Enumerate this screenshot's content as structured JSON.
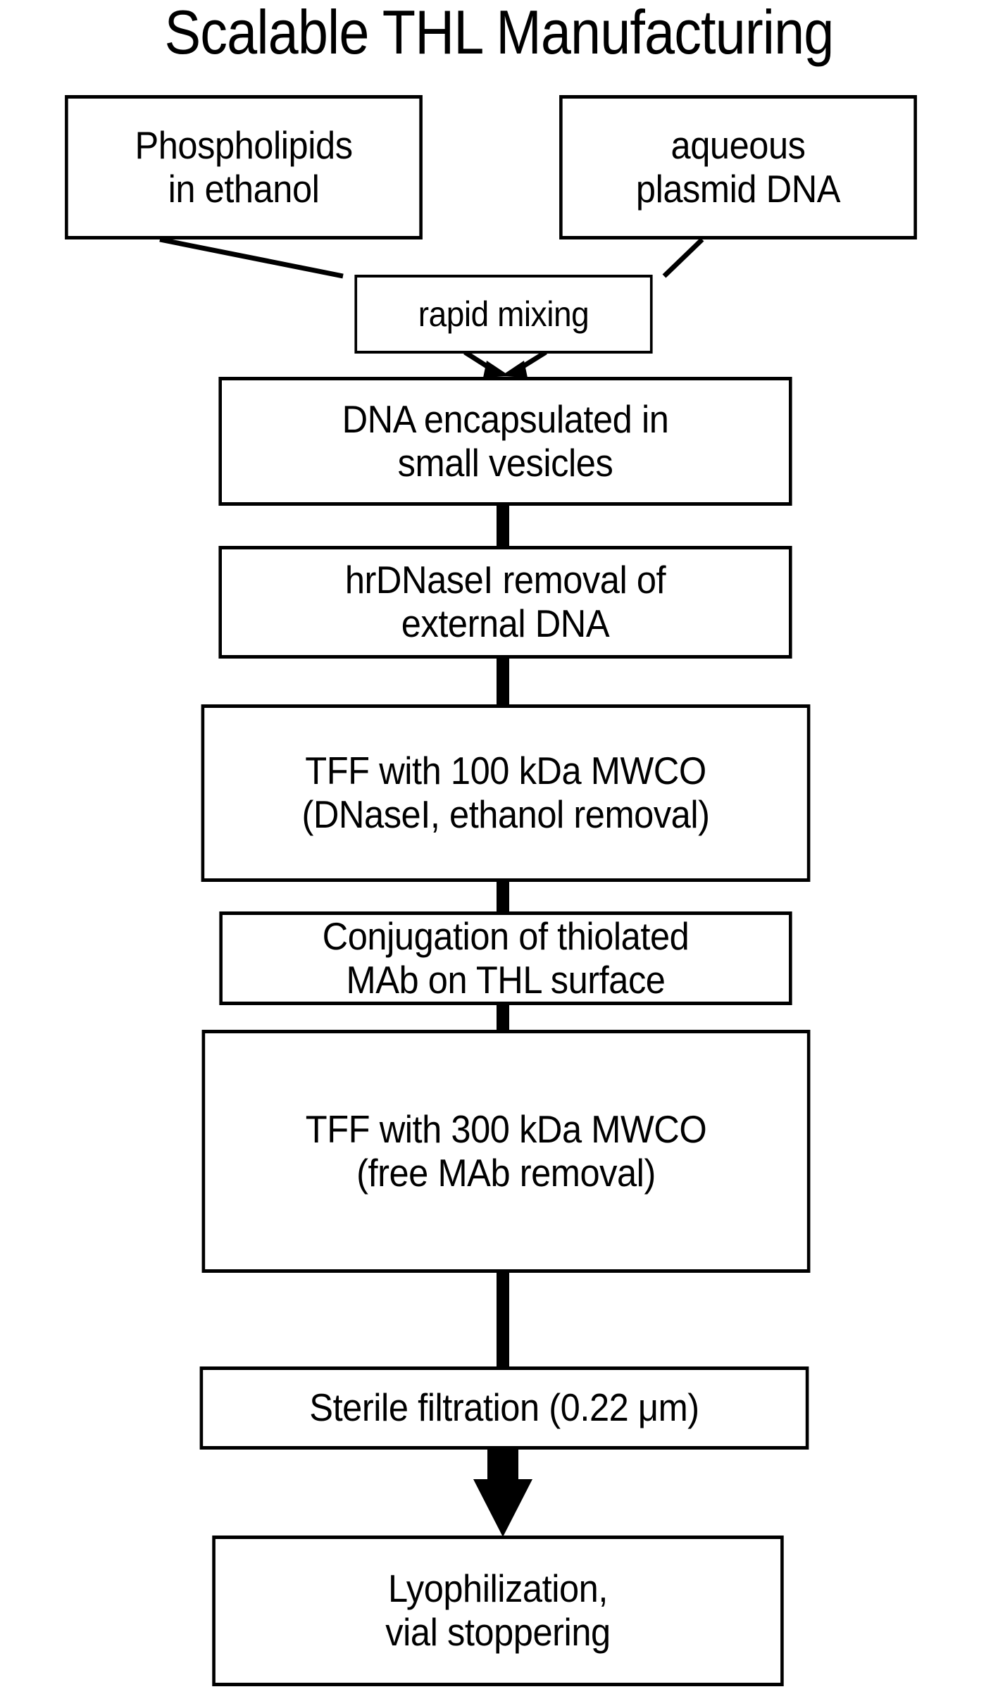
{
  "page": {
    "title": "Scalable THL Manufacturing",
    "background_color": "#ffffff",
    "ink_color": "#000000"
  },
  "diagram": {
    "type": "flowchart",
    "orientation": "top-to-bottom",
    "nodes": [
      {
        "id": "phospholipids",
        "lines": [
          "Phospholipids",
          "in ethanol"
        ],
        "shape": "rectangle"
      },
      {
        "id": "plasmid-dna",
        "lines": [
          "aqueous",
          "plasmid DNA"
        ],
        "shape": "rectangle"
      },
      {
        "id": "rapid-mixing",
        "lines": [
          "rapid mixing"
        ],
        "shape": "rectangle"
      },
      {
        "id": "dna-encapsulated",
        "lines": [
          "DNA encapsulated in",
          "small vesicles"
        ],
        "shape": "rectangle"
      },
      {
        "id": "hrdnasei-removal",
        "lines": [
          "hrDNaseI removal of",
          "external DNA"
        ],
        "shape": "rectangle"
      },
      {
        "id": "tff-100",
        "lines": [
          "TFF with 100 kDa MWCO",
          "(DNaseI, ethanol removal)"
        ],
        "shape": "rectangle"
      },
      {
        "id": "conjugation",
        "lines": [
          "Conjugation of thiolated",
          "MAb on THL surface"
        ],
        "shape": "rectangle"
      },
      {
        "id": "tff-300",
        "lines": [
          "TFF with 300 kDa MWCO",
          "(free MAb removal)"
        ],
        "shape": "rectangle"
      },
      {
        "id": "sterile-filtration",
        "lines": [
          "Sterile filtration (0.22 μm)"
        ],
        "shape": "rectangle"
      },
      {
        "id": "lyophilization",
        "lines": [
          "Lyophilization,",
          "vial stoppering"
        ],
        "shape": "rectangle"
      }
    ],
    "edges": [
      {
        "from": "phospholipids",
        "to": "rapid-mixing",
        "style": "diagonal-line"
      },
      {
        "from": "plasmid-dna",
        "to": "rapid-mixing",
        "style": "diagonal-line"
      },
      {
        "from": "rapid-mixing",
        "to": "dna-encapsulated",
        "style": "double-converging-arrow"
      },
      {
        "from": "dna-encapsulated",
        "to": "hrdnasei-removal",
        "style": "thick-bar"
      },
      {
        "from": "hrdnasei-removal",
        "to": "tff-100",
        "style": "thick-bar"
      },
      {
        "from": "tff-100",
        "to": "conjugation",
        "style": "thick-bar"
      },
      {
        "from": "conjugation",
        "to": "tff-300",
        "style": "thick-bar"
      },
      {
        "from": "tff-300",
        "to": "sterile-filtration",
        "style": "thick-bar"
      },
      {
        "from": "sterile-filtration",
        "to": "lyophilization",
        "style": "thick-arrow"
      }
    ]
  }
}
